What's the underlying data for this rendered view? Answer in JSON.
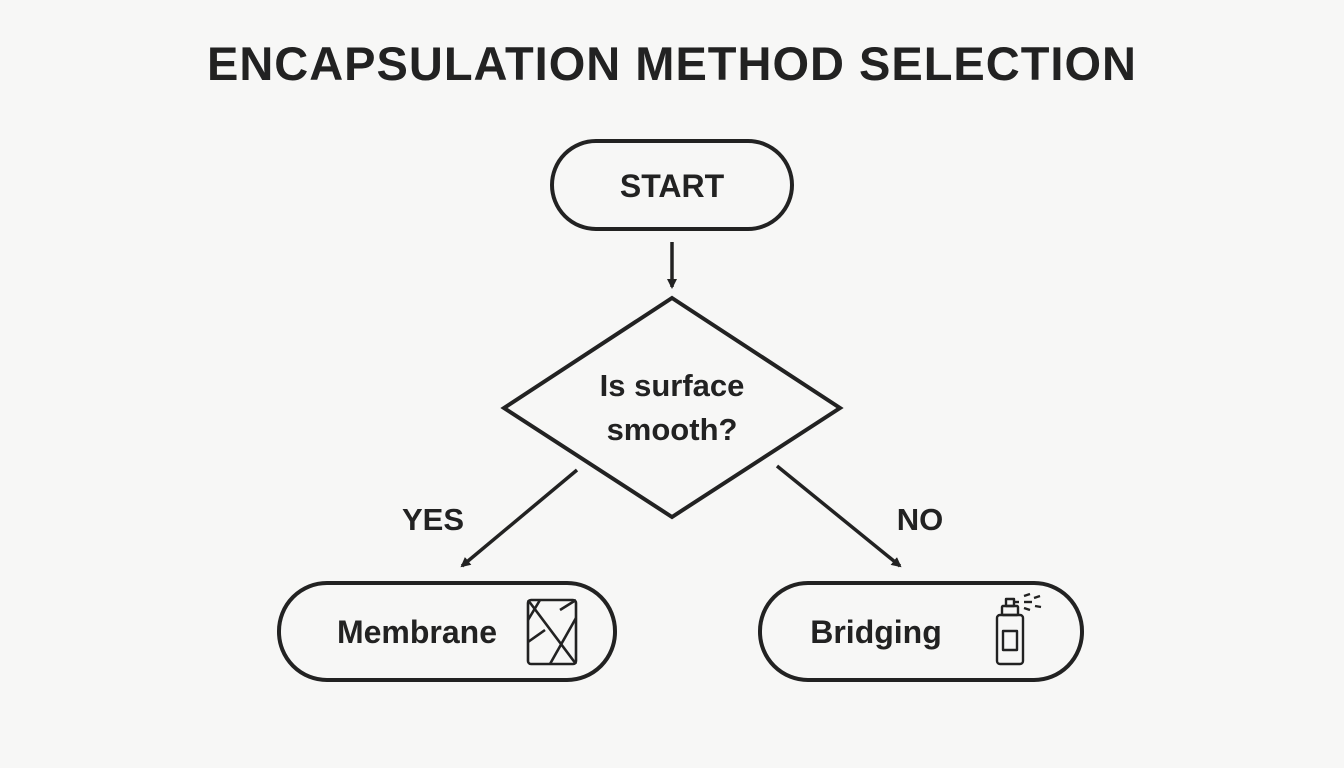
{
  "title": "ENCAPSULATION METHOD SELECTION",
  "nodes": {
    "start": {
      "label": "START"
    },
    "decision": {
      "line1": "Is surface",
      "line2": "smooth?"
    },
    "membrane": {
      "label": "Membrane",
      "icon": "membrane-sheet-icon"
    },
    "bridging": {
      "label": "Bridging",
      "icon": "spray-can-icon"
    }
  },
  "edges": {
    "yes_label": "YES",
    "no_label": "NO"
  },
  "colors": {
    "background": "#f7f7f6",
    "stroke": "#222222"
  }
}
